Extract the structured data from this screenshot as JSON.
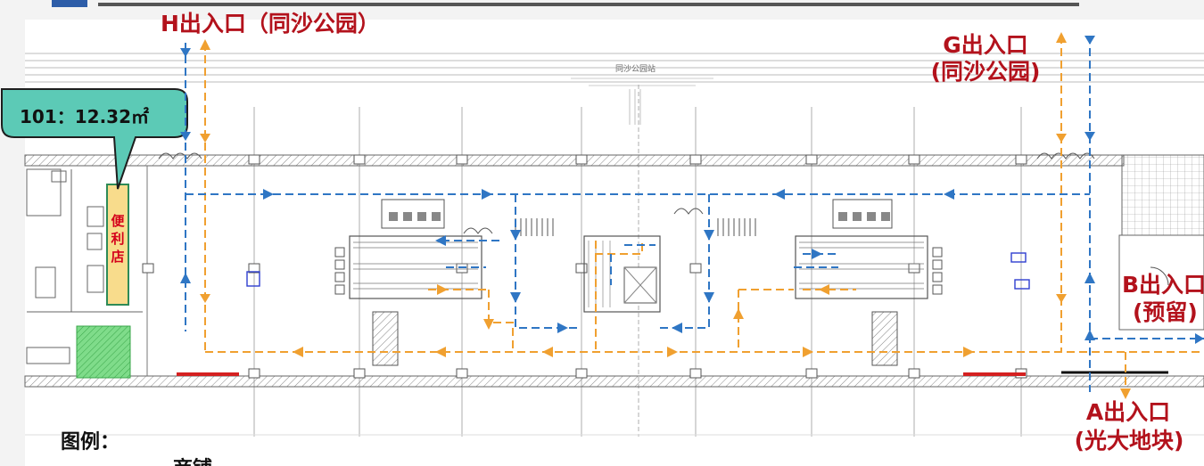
{
  "station_name": "同沙公园站",
  "entrances": {
    "h": "H出入口（同沙公园）",
    "g_line1": "G出入口",
    "g_line2": "(同沙公园)",
    "b_line1": "B出入口",
    "b_line2": "(预留)",
    "a_line1": "A出入口",
    "a_line2": "(光大地块)"
  },
  "shop": {
    "callout": "101：12.32㎡",
    "label_chars": [
      "便",
      "利",
      "店"
    ]
  },
  "legend": {
    "title": "图例：",
    "item_partial": "商铺"
  },
  "colors": {
    "orange_flow": "#f0a030",
    "blue_flow": "#2f76c4",
    "callout_fill": "#5ccab6",
    "shop_fill": "#f8dc8c",
    "green_room": "#7fdc8a",
    "label_red": "#b3121c",
    "header_bar": "#2d5da8"
  }
}
